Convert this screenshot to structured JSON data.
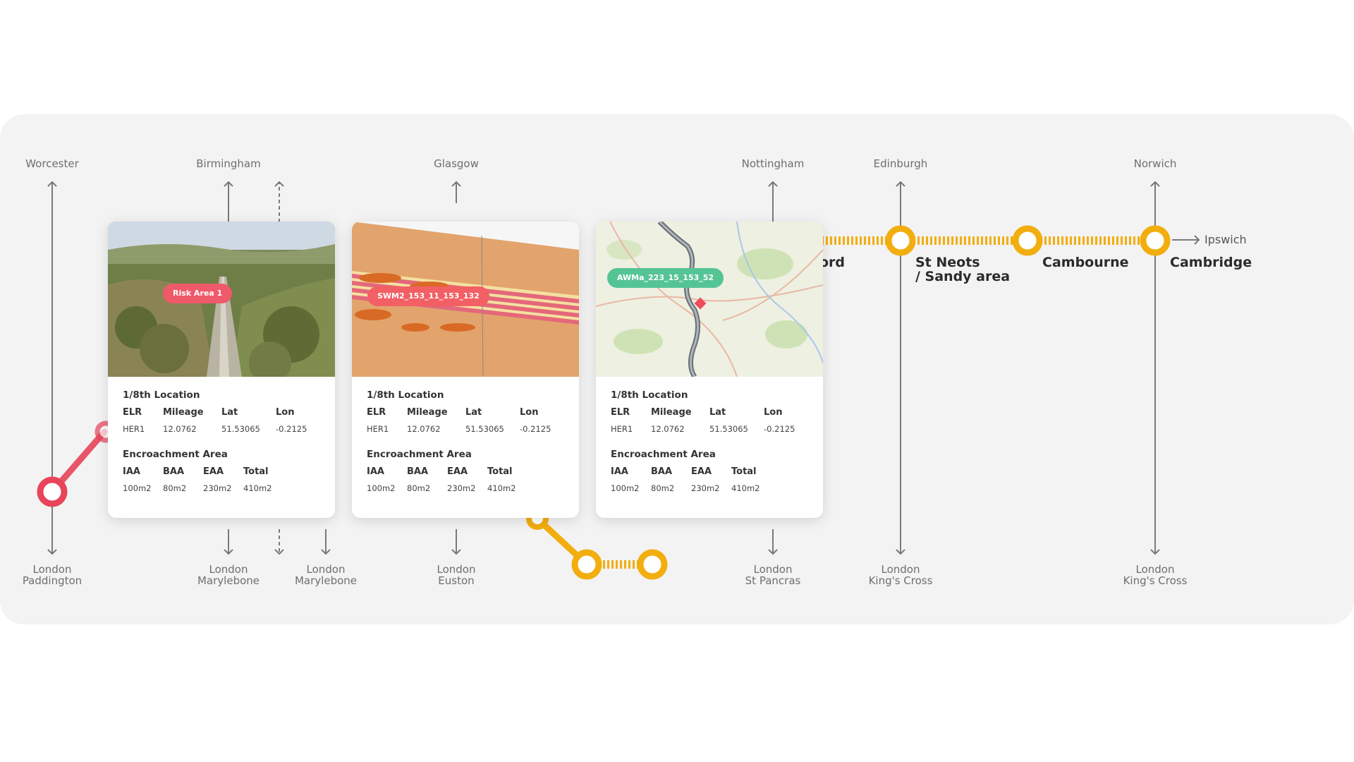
{
  "cities": {
    "worcester": "Worcester",
    "birmingham": "Birmingham",
    "glasgow": "Glasgow",
    "nottingham": "Nottingham",
    "edinburgh": "Edinburgh",
    "norwich": "Norwich"
  },
  "termini": {
    "paddington": [
      "London",
      "Paddington"
    ],
    "marylebone1": [
      "London",
      "Marylebone"
    ],
    "marylebone2": [
      "London",
      "Marylebone"
    ],
    "euston": [
      "London",
      "Euston"
    ],
    "st_pancras": [
      "London",
      "St Pancras"
    ],
    "kings_cross1": [
      "London",
      "King's Cross"
    ],
    "kings_cross2": [
      "London",
      "King's Cross"
    ]
  },
  "stations": {
    "bedford_partial": "ord",
    "st_neots": [
      "St Neots",
      "/ Sandy area"
    ],
    "cambourne": "Cambourne",
    "cambridge": "Cambridge",
    "ipswich": "Ipswich"
  },
  "colors": {
    "red_line": "#e8445a",
    "yellow_line": "#f2ae0f",
    "green_tag": "#55c495"
  },
  "cards": [
    {
      "image_type": "aerial-railway-photo",
      "tag": "Risk Area 1",
      "location_title": "1/8th Location",
      "location_headers": [
        "ELR",
        "Mileage",
        "Lat",
        "Lon"
      ],
      "location_values": [
        "HER1",
        "12.0762",
        "51.53065",
        "-0.2125"
      ],
      "area_title": "Encroachment Area",
      "area_headers": [
        "IAA",
        "BAA",
        "EAA",
        "Total"
      ],
      "area_values": [
        "100m2",
        "80m2",
        "230m2",
        "410m2"
      ]
    },
    {
      "image_type": "track-schematic",
      "tag": "SWM2_153_11_153_132",
      "location_title": "1/8th Location",
      "location_headers": [
        "ELR",
        "Mileage",
        "Lat",
        "Lon"
      ],
      "location_values": [
        "HER1",
        "12.0762",
        "51.53065",
        "-0.2125"
      ],
      "area_title": "Encroachment Area",
      "area_headers": [
        "IAA",
        "BAA",
        "EAA",
        "Total"
      ],
      "area_values": [
        "100m2",
        "80m2",
        "230m2",
        "410m2"
      ]
    },
    {
      "image_type": "street-map",
      "tag": "AWMa_223_15_153_52",
      "location_title": "1/8th Location",
      "location_headers": [
        "ELR",
        "Mileage",
        "Lat",
        "Lon"
      ],
      "location_values": [
        "HER1",
        "12.0762",
        "51.53065",
        "-0.2125"
      ],
      "area_title": "Encroachment Area",
      "area_headers": [
        "IAA",
        "BAA",
        "EAA",
        "Total"
      ],
      "area_values": [
        "100m2",
        "80m2",
        "230m2",
        "410m2"
      ]
    }
  ]
}
